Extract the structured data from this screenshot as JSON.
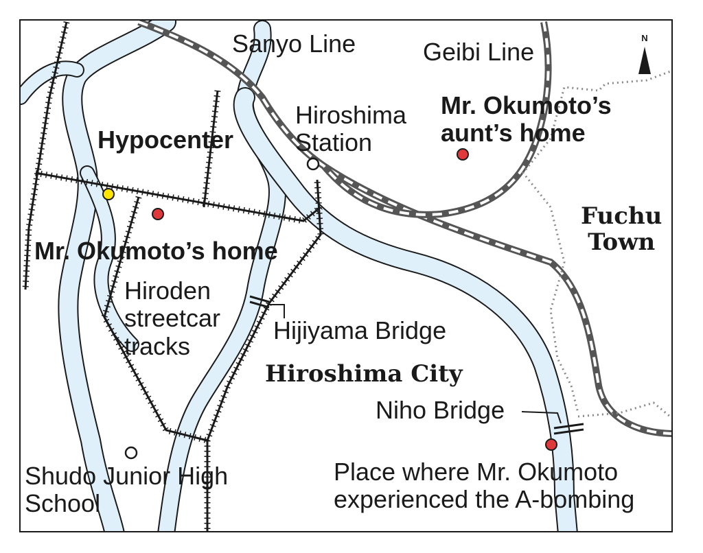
{
  "map": {
    "lines": {
      "sanyo": "Sanyo Line",
      "geibi": "Geibi Line",
      "streetcar": "Hiroden\nstreetcar\ntracks"
    },
    "places": {
      "hiroshima_station": "Hiroshima\nStation",
      "hypocenter": "Hypocenter",
      "okumoto_home": "Mr. Okumoto’s home",
      "aunt_home": "Mr. Okumoto’s\naunt’s home",
      "hijiyama_bridge": "Hijiyama Bridge",
      "niho_bridge": "Niho Bridge",
      "shudo_school": "Shudo Junior High\nSchool",
      "bombing_place": "Place where Mr. Okumoto\nexperienced the A-bombing"
    },
    "areas": {
      "hiroshima_city": "Hiroshima City",
      "fuchu_town": "Fuchu\nTown"
    },
    "north_arrow": "N",
    "colors": {
      "river": "#dff0fa",
      "river_edge": "#1a1a1a",
      "marker_red": "#e0393b",
      "marker_yellow": "#ffe600",
      "ink": "#1a1a1a",
      "boundary": "#888888"
    }
  }
}
